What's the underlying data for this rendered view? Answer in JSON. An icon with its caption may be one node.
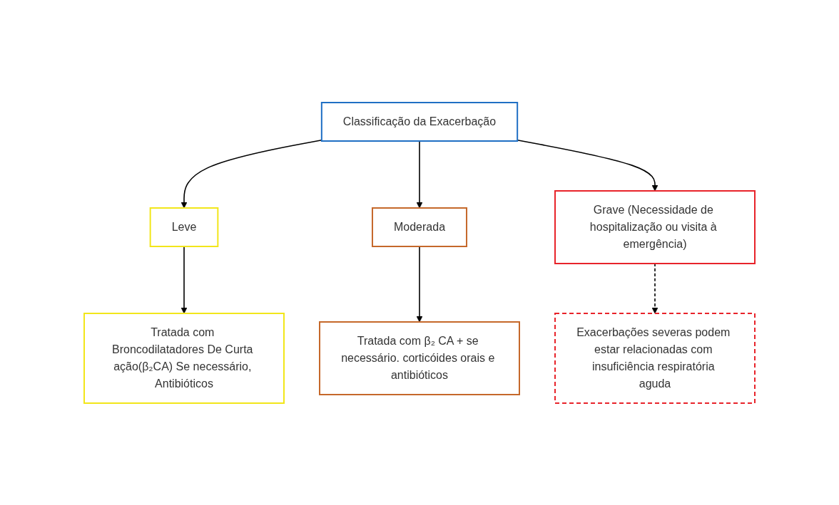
{
  "diagram": {
    "nodes": [
      {
        "text": [
          "Classificação da Exacerbação"
        ]
      },
      {
        "text": [
          "Leve"
        ]
      },
      {
        "text": [
          "Moderada"
        ]
      },
      {
        "text": [
          "Grave (Necessidade de hospitalização ou visita à emergência)"
        ]
      },
      {
        "text": [
          "Exacerbações severas podem estar relacionadas com insuficiência respiratória aguda"
        ]
      },
      {
        "text": [
          "Tratada com Broncodilatadores De Curta ação(β₂CA) Se necessário, Antibióticos"
        ]
      },
      {
        "text": [
          "Tratada com β₂ CA + se necessário. corticóides orais e antibióticos"
        ]
      }
    ],
    "edges": [
      {
        "from": 0,
        "to": 1,
        "arrow": "to"
      },
      {
        "from": 0,
        "to": 2,
        "arrow": "to"
      },
      {
        "from": 0,
        "to": 3,
        "arrow": "to"
      },
      {
        "from": 3,
        "to": 4,
        "arrow": "to",
        "style": "dashed"
      },
      {
        "from": 1,
        "to": 5,
        "arrow": "to"
      },
      {
        "from": 2,
        "to": 6,
        "arrow": "to"
      }
    ]
  }
}
